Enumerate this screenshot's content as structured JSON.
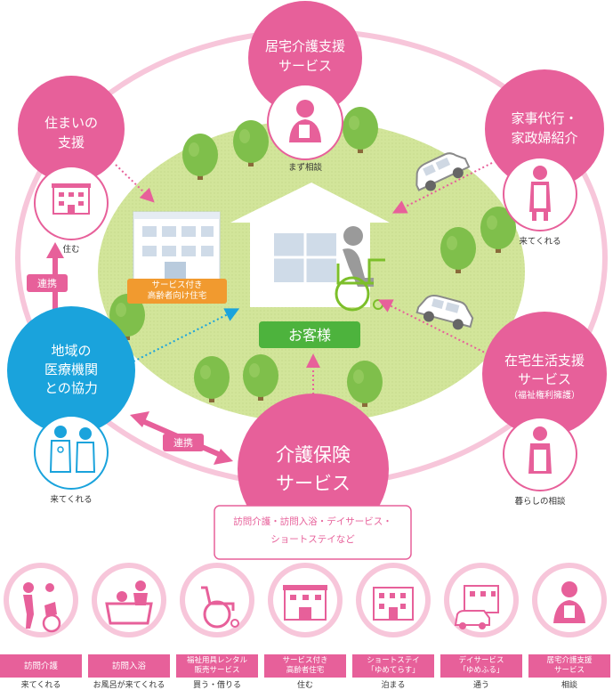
{
  "colors": {
    "pink": "#e7609a",
    "pink_light": "#f7c6da",
    "blue": "#1aa3dc",
    "field_green": "#d5e6a0",
    "customer_green": "#4db33d",
    "orange": "#f19a2f",
    "tree_green": "#7fbf4b"
  },
  "center": {
    "customer": "お客様",
    "housing_label": [
      "サービス付き",
      "高齢者向け住宅"
    ]
  },
  "nodes": {
    "home_care_support": {
      "title": [
        "居宅介護支援",
        "サービス"
      ],
      "caption": "まず相談",
      "icon": "consultant-icon"
    },
    "housing_support": {
      "title": [
        "住まいの",
        "支援"
      ],
      "caption": "住む",
      "icon": "building-icon"
    },
    "housekeeping": {
      "title": [
        "家事代行・",
        "家政婦紹介"
      ],
      "caption": "来てくれる",
      "icon": "housekeeper-icon"
    },
    "medical": {
      "title": [
        "地域の",
        "医療機関",
        "との協力"
      ],
      "caption": "来てくれる",
      "icon": "doctor-nurse-icon"
    },
    "living_support": {
      "title": [
        "在宅生活支援",
        "サービス"
      ],
      "sub": "（福祉権利擁護）",
      "caption": "暮らしの相談",
      "icon": "helper-icon"
    },
    "care_insurance": {
      "title": [
        "介護保険",
        "サービス"
      ]
    }
  },
  "links": {
    "renkei_1": "連携",
    "renkei_2": "連携"
  },
  "care_insurance_list": [
    "訪問介護・訪問入浴・デイサービス・",
    "ショートステイなど"
  ],
  "services": [
    {
      "tab": [
        "訪問介護"
      ],
      "caption": "来てくれる",
      "icon": "walking-aid-icon"
    },
    {
      "tab": [
        "訪問入浴"
      ],
      "caption": "お風呂が来てくれる",
      "icon": "bath-icon"
    },
    {
      "tab": [
        "福祉用具レンタル",
        "販売サービス"
      ],
      "caption": "買う・借りる",
      "icon": "wheelchair-icon"
    },
    {
      "tab": [
        "サービス付き",
        "高齢者住宅"
      ],
      "caption": "住む",
      "icon": "building-icon"
    },
    {
      "tab": [
        "ショートステイ",
        "「ゆめてらす」"
      ],
      "caption": "泊まる",
      "icon": "facility-icon"
    },
    {
      "tab": [
        "デイサービス",
        "「ゆめふる」"
      ],
      "caption": "通う",
      "icon": "day-service-icon"
    },
    {
      "tab": [
        "居宅介護支援",
        "サービス"
      ],
      "caption": "相談",
      "icon": "consultant-icon"
    }
  ]
}
